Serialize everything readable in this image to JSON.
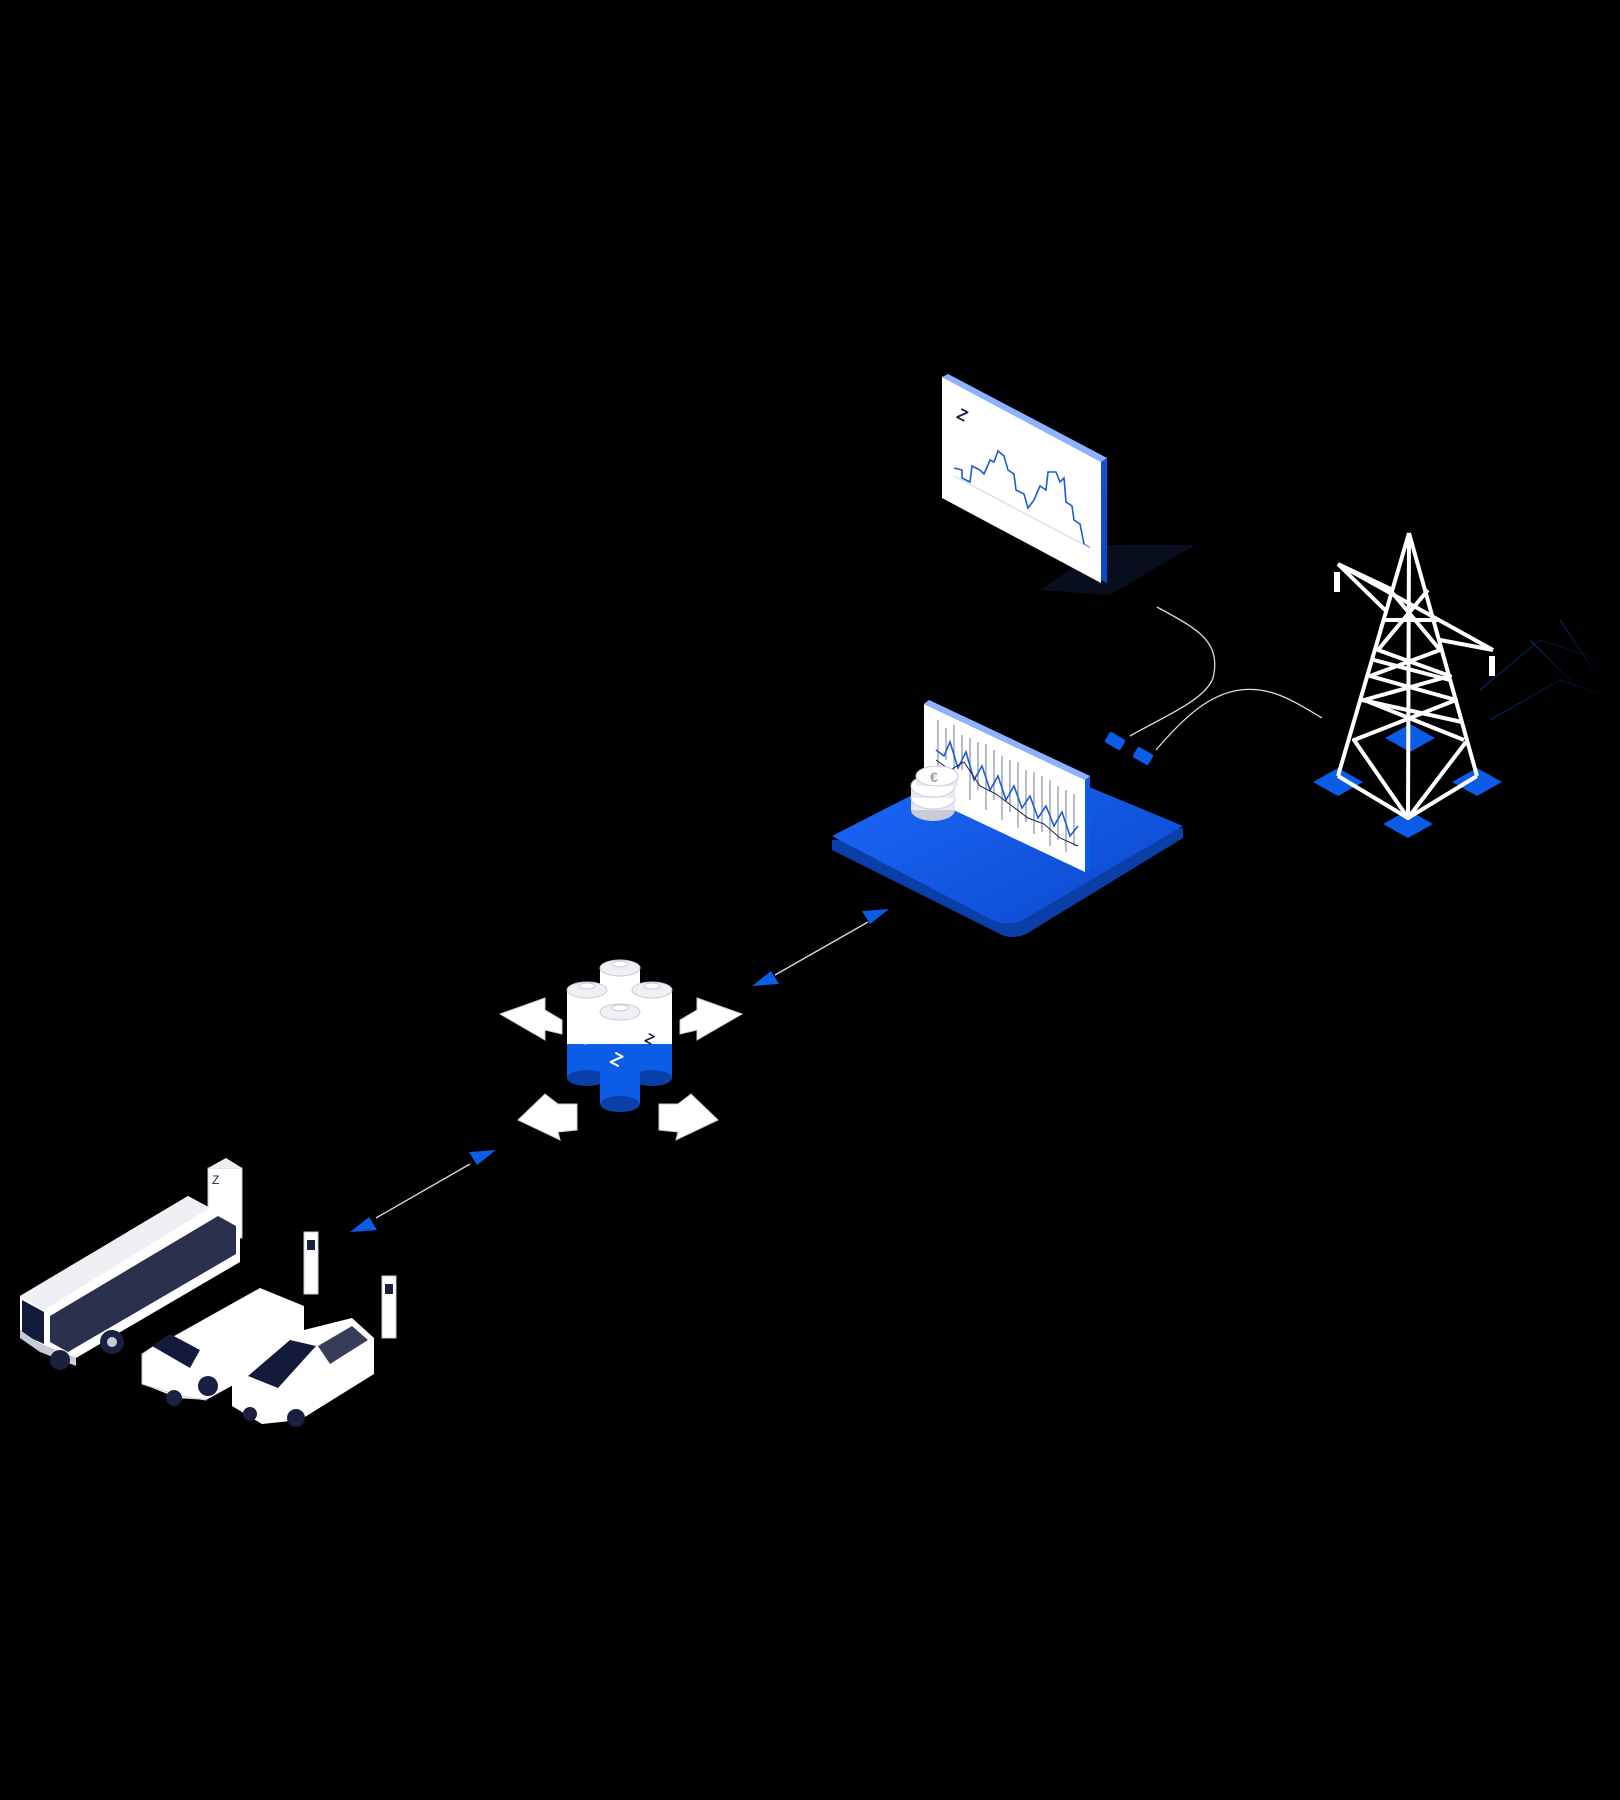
{
  "canvas": {
    "background": "#000000"
  },
  "colors": {
    "accent_blue": "#0b5ce6",
    "deep_blue": "#0a3fa8",
    "white": "#ffffff",
    "line_grey": "#d8dbe2",
    "shade": "#c9ccd6",
    "dark_window": "#141a3a"
  },
  "nodes": [
    {
      "id": "market-chart",
      "icon": "line-chart-screen-icon",
      "marker": "Z"
    },
    {
      "id": "trading-platform",
      "icon": "candlestick-screen-icon",
      "extra_icon": "coin-stack-icon",
      "coin_symbol": "€"
    },
    {
      "id": "power-grid",
      "icon": "transmission-tower-icon"
    },
    {
      "id": "battery-storage",
      "icon": "battery-cluster-icon",
      "marker": "Z"
    },
    {
      "id": "ev-fleet",
      "icons": [
        "bus-icon",
        "van-icon",
        "car-icon",
        "charging-station-icon"
      ]
    }
  ],
  "connections": [
    {
      "from": "market-chart",
      "to": "trading-platform",
      "style": "thin-line"
    },
    {
      "from": "power-grid",
      "to": "trading-platform",
      "style": "thin-line"
    },
    {
      "from": "trading-platform",
      "to": "battery-storage",
      "style": "bidirectional-arrow"
    },
    {
      "from": "battery-storage",
      "to": "ev-fleet",
      "style": "bidirectional-arrow"
    }
  ]
}
